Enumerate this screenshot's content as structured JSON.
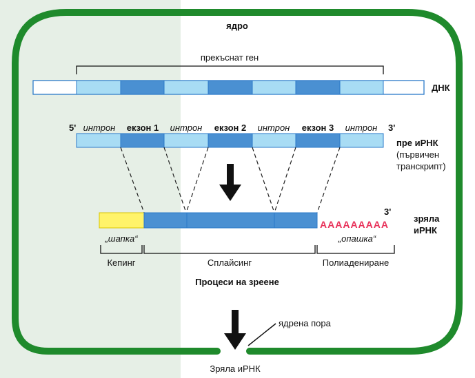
{
  "nucleus": {
    "label": "ядро",
    "pore_label": "ядрена пора"
  },
  "gene": {
    "bracket_label": "прекъснат ген",
    "dna_label": "ДНК"
  },
  "pre_mrna": {
    "end_5": "5'",
    "end_3": "3'",
    "segments": [
      {
        "label": "интрон",
        "kind": "intron"
      },
      {
        "label": "екзон 1",
        "kind": "exon"
      },
      {
        "label": "интрон",
        "kind": "intron"
      },
      {
        "label": "екзон 2",
        "kind": "exon"
      },
      {
        "label": "интрон",
        "kind": "intron"
      },
      {
        "label": "екзон 3",
        "kind": "exon"
      },
      {
        "label": "интрон",
        "kind": "intron"
      }
    ],
    "name_line1": "пре иРНК",
    "name_line2": "(първичен",
    "name_line3": "транскрипт)"
  },
  "mature_mrna": {
    "end_3": "3'",
    "poly_a": "AAAAAAAAA",
    "cap_label": "„шапка“",
    "tail_label": "„опашка“",
    "name_line1": "зряла",
    "name_line2": "иРНК"
  },
  "processes": {
    "capping": "Кепинг",
    "splicing": "Сплайсинг",
    "polyadenylation": "Полиадениране",
    "title": "Процеси на зреене"
  },
  "output_label": "Зряла иРНК",
  "colors": {
    "membrane": "#1f8a2c",
    "exon": "#4a90d2",
    "intron": "#a8dcf4",
    "cap": "#fff36a",
    "poly_a": "#e8325a",
    "outline": "#2a78c8",
    "left_band": "#e6efe6"
  }
}
